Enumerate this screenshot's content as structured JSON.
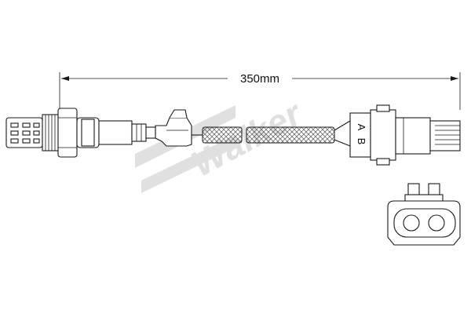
{
  "dimension": {
    "label": "350mm"
  },
  "connector": {
    "pin_a": "A",
    "pin_b": "B"
  },
  "watermark": {
    "text": "Walker",
    "color": "#c8c8c8"
  },
  "colors": {
    "line": "#1a1a1a",
    "background": "#ffffff",
    "hatch": "#555555"
  }
}
